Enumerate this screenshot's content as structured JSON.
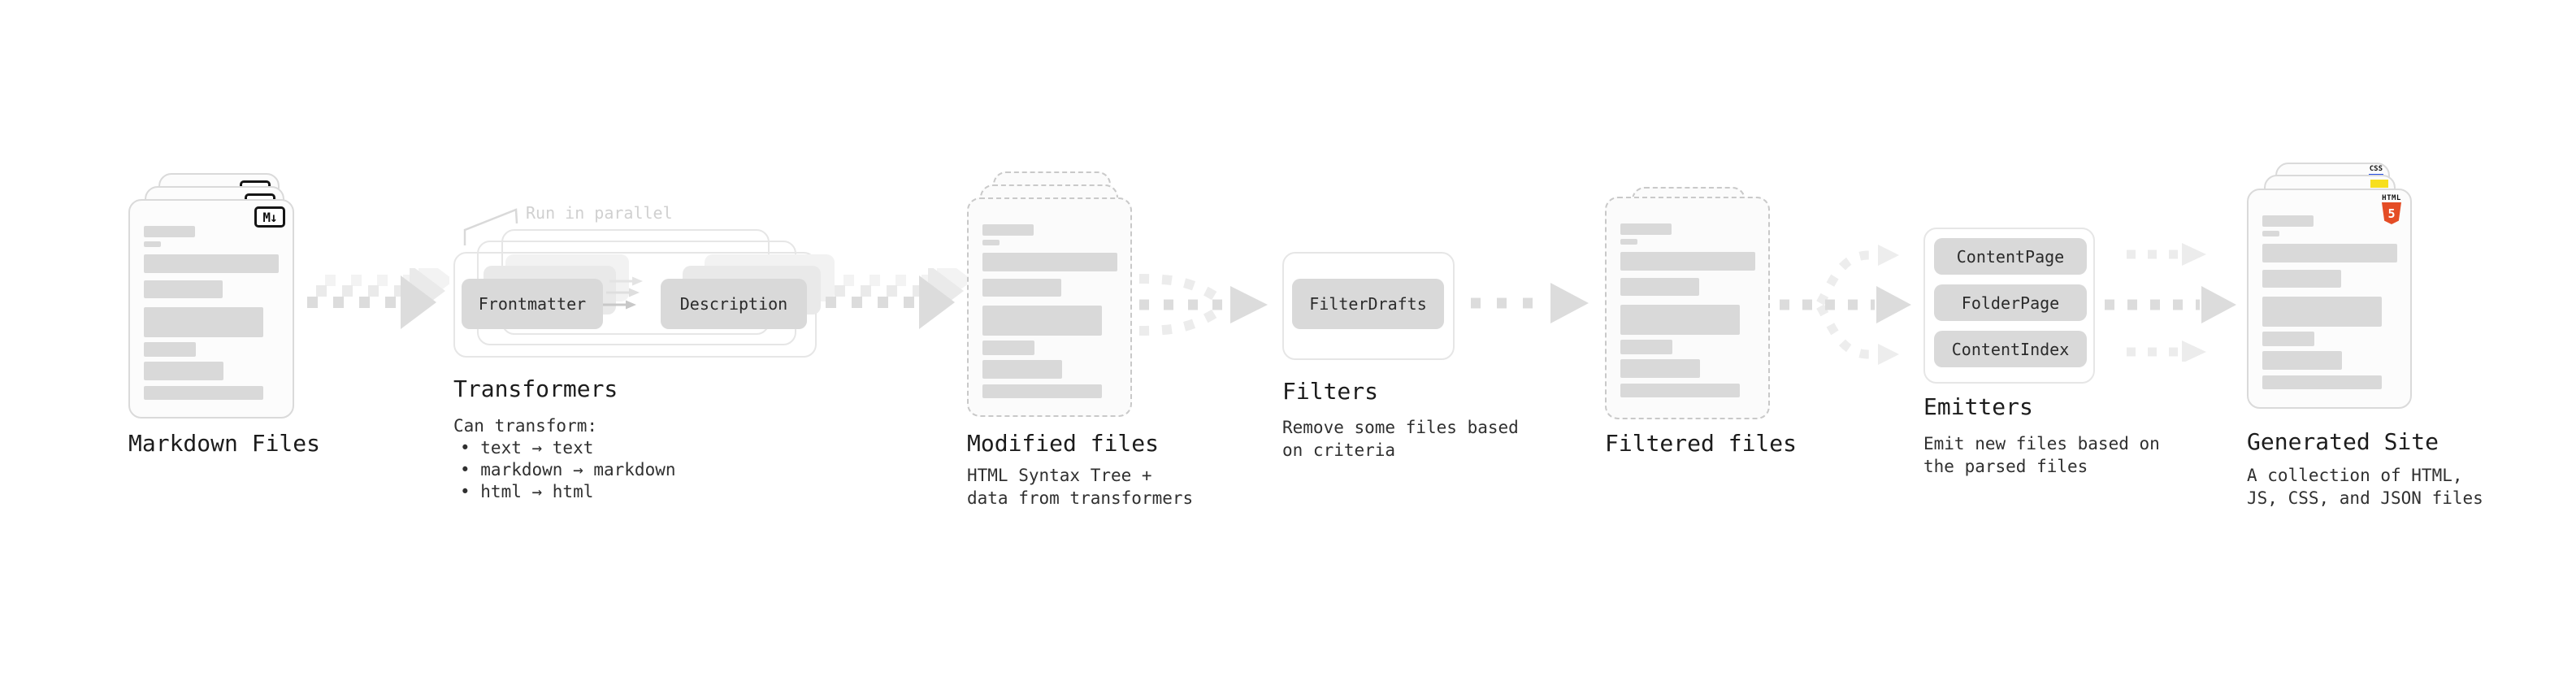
{
  "stages": {
    "markdown_files": {
      "label": "Markdown Files",
      "badge": "M↓"
    },
    "transformers": {
      "label": "Transformers",
      "annotation": "Run in parallel",
      "node_a": "Frontmatter",
      "node_b": "Description",
      "desc_title": "Can transform:",
      "bullet_prefix": "• ",
      "bullets": [
        "text → text",
        "markdown → markdown",
        "html → html"
      ]
    },
    "modified_files": {
      "label": "Modified files",
      "description": "HTML Syntax Tree +\ndata from transformers"
    },
    "filters": {
      "label": "Filters",
      "node": "FilterDrafts",
      "description": "Remove some files based\non criteria"
    },
    "filtered_files": {
      "label": "Filtered files"
    },
    "emitters": {
      "label": "Emitters",
      "nodes": [
        "ContentPage",
        "FolderPage",
        "ContentIndex"
      ],
      "description": "Emit new files based on\nthe parsed files"
    },
    "generated_site": {
      "label": "Generated Site",
      "description": "A collection of HTML,\nJS, CSS, and JSON files",
      "badges": {
        "css_label": "CSS",
        "html_label": "HTML",
        "html_number": "5"
      }
    }
  },
  "colors": {
    "node_fill": "#d9d9d9",
    "arrow": "#dcdcdc",
    "arrow_ghost": "#ededed",
    "annotation_gray": "#d0d0d0",
    "html5_orange": "#e44d26",
    "js_yellow": "#f7df1e",
    "css_blue": "#264de4"
  }
}
